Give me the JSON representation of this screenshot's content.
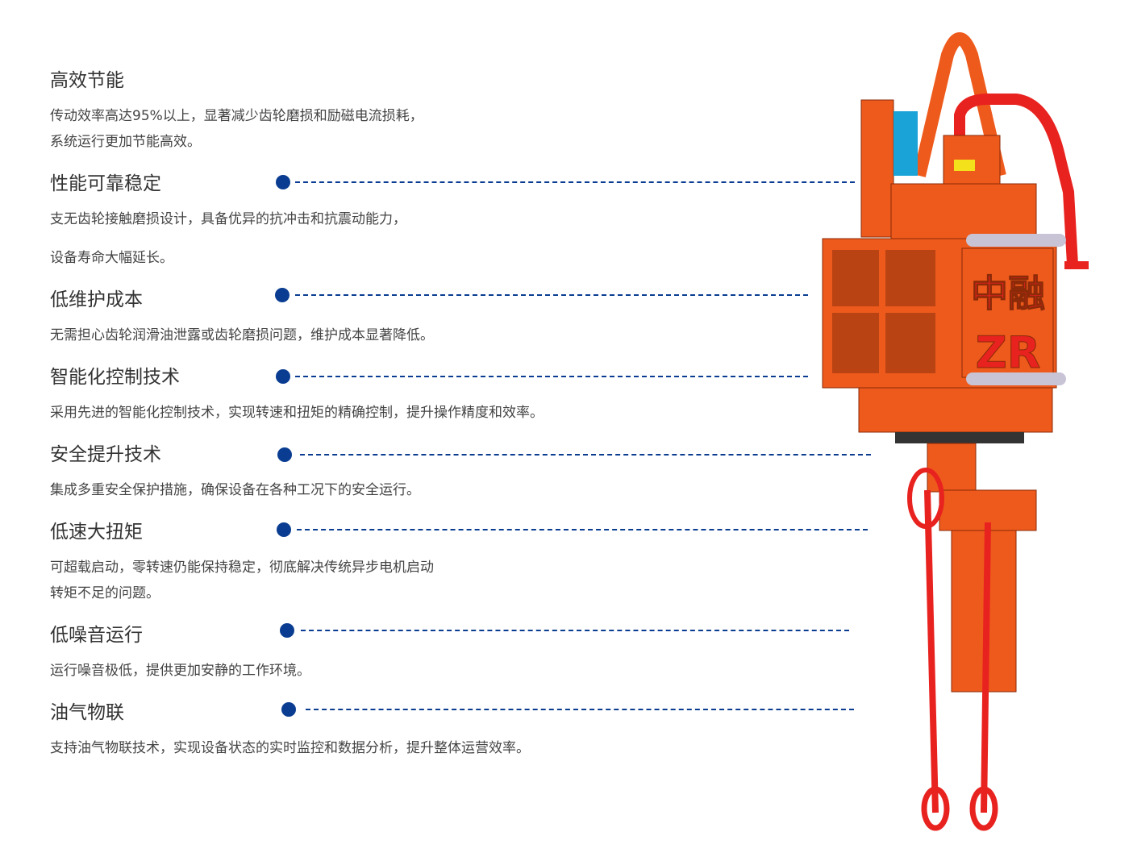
{
  "features": [
    {
      "title": "高效节能",
      "desc": [
        "传动效率高达95%以上，显著减少齿轮磨损和励磁电流损耗，",
        "系统运行更加节能高效。"
      ]
    },
    {
      "title": "性能可靠稳定",
      "desc": [
        "支无齿轮接触磨损设计，具备优异的抗冲击和抗震动能力，",
        "设备寿命大幅延长。"
      ]
    },
    {
      "title": "低维护成本",
      "desc": [
        "无需担心齿轮润滑油泄露或齿轮磨损问题，维护成本显著降低。"
      ]
    },
    {
      "title": "智能化控制技术",
      "desc": [
        "采用先进的智能化控制技术，实现转速和扭矩的精确控制，提升操作精度和效率。"
      ]
    },
    {
      "title": "安全提升技术",
      "desc": [
        "集成多重安全保护措施，确保设备在各种工况下的安全运行。"
      ]
    },
    {
      "title": "低速大扭矩",
      "desc": [
        "可超载启动，零转速仍能保持稳定，彻底解决传统异步电机启动",
        "转矩不足的问题。"
      ]
    },
    {
      "title": "低噪音运行",
      "desc": [
        "运行噪音极低，提供更加安静的工作环境。"
      ]
    },
    {
      "title": "油气物联",
      "desc": [
        "支持油气物联技术，实现设备状态的实时监控和数据分析，提升整体运营效率。"
      ]
    }
  ],
  "machine": {
    "logo_cn": "中融",
    "logo_en": "ZR"
  },
  "colors": {
    "accent": "#0a3d91",
    "machine": "#ee5a1c",
    "hose": "#e8221f"
  }
}
